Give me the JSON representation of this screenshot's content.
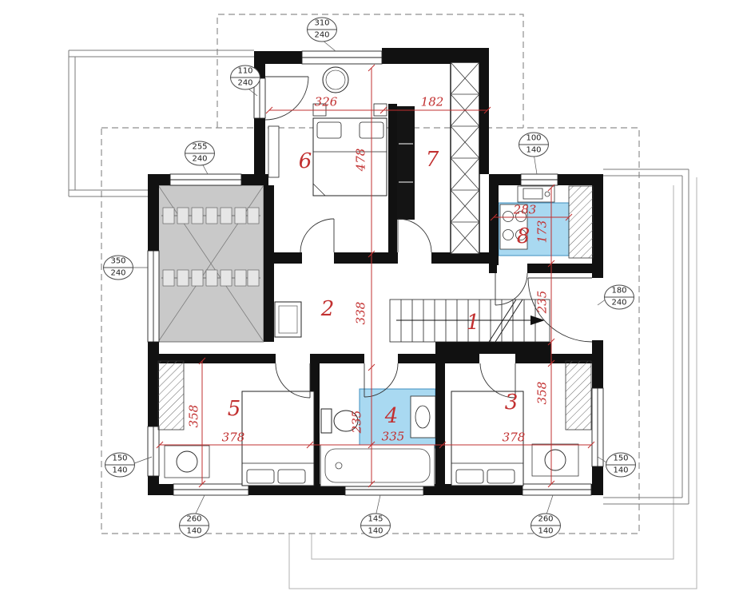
{
  "rooms": {
    "r1": "1",
    "r2": "2",
    "r3": "3",
    "r4": "4",
    "r5": "5",
    "r6": "6",
    "r7": "7",
    "r8": "8"
  },
  "dimensions": {
    "d_326": "326",
    "d_182": "182",
    "d_478": "478",
    "d_283": "283",
    "d_173": "173",
    "d_338": "338",
    "d_235_stair": "235",
    "d_358_left": "358",
    "d_378_left": "378",
    "d_235_bath": "235",
    "d_335_bath": "335",
    "d_378_right": "378",
    "d_358_right": "358"
  },
  "window_callouts": {
    "c1": {
      "w": "310",
      "h": "240"
    },
    "c2": {
      "w": "110",
      "h": "240"
    },
    "c3": {
      "w": "255",
      "h": "240"
    },
    "c4": {
      "w": "100",
      "h": "140"
    },
    "c5": {
      "w": "350",
      "h": "240"
    },
    "c6": {
      "w": "180",
      "h": "240"
    },
    "c7": {
      "w": "150",
      "h": "140"
    },
    "c8": {
      "w": "150",
      "h": "140"
    },
    "c9": {
      "w": "260",
      "h": "140"
    },
    "c10": {
      "w": "145",
      "h": "140"
    },
    "c11": {
      "w": "260",
      "h": "140"
    }
  },
  "colors": {
    "dimension_red": "#c23030",
    "fixture_blue": "#a9d9f1",
    "closet_gray": "#c9c9c9",
    "wall_black": "#111111"
  }
}
